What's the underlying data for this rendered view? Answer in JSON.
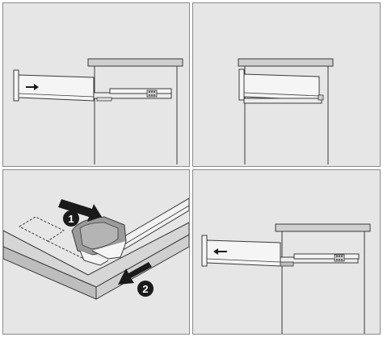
{
  "panels": [
    {
      "id": "panel-1-push-in",
      "arrow_icon": "arrow-right-icon"
    },
    {
      "id": "panel-2-closed",
      "arrow_icon": ""
    },
    {
      "id": "panel-3-release-clip",
      "steps": [
        "1",
        "2"
      ],
      "arrow_icons": [
        "arrow-press-icon",
        "arrow-pull-icon"
      ]
    },
    {
      "id": "panel-4-pull-out",
      "arrow_icon": "arrow-left-icon"
    }
  ],
  "colors": {
    "panel_bg": "#e6e6e6",
    "panel_border": "#8a8a8a",
    "line": "#3a3a3a",
    "cabinet_top": "#cfcfcf",
    "drawer_fill": "#f5f5f5",
    "clip_fill": "#9a9a9a",
    "step_badge": "#1a1a1a",
    "arrow": "#1a1a1a"
  }
}
